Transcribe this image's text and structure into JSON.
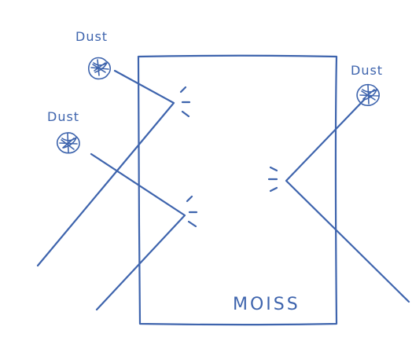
{
  "diagram": {
    "colors": {
      "ink": "#3e64ad",
      "background": "#ffffff"
    },
    "box_label": "MOISS",
    "dust_labels": [
      "Dust",
      "Dust",
      "Dust"
    ]
  }
}
